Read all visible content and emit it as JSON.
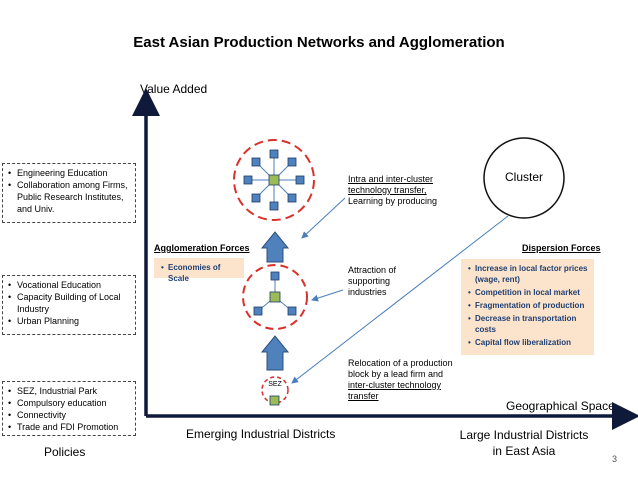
{
  "title": "East Asian Production Networks and Agglomeration",
  "y_axis_label": "Value Added",
  "x_axis_label": "Geographical Space",
  "policies_label": "Policies",
  "policy_boxes": [
    [
      "Engineering Education",
      "Collaboration among Firms, Public Research Institutes, and Univ."
    ],
    [
      "Vocational Education",
      "Capacity Building of Local Industry",
      "Urban Planning"
    ],
    [
      "SEZ, Industrial Park",
      "Compulsory education",
      "Connectivity",
      "Trade and FDI Promotion"
    ]
  ],
  "agglomeration": {
    "heading": "Agglomeration Forces",
    "items": [
      "Economies of Scale"
    ]
  },
  "dispersion": {
    "heading": "Dispersion Forces",
    "items": [
      "Increase in local factor prices (wage, rent)",
      "Competition in local market",
      "Fragmentation of production",
      "Decrease in transportation costs",
      "Capital flow liberalization"
    ]
  },
  "notes": {
    "intra_line1": "Intra and inter-cluster",
    "intra_line2": "technology transfer,",
    "intra_line3": "Learning by producing",
    "attraction": "Attraction of supporting industries",
    "relocation_line1": "Relocation of a production",
    "relocation_line2": "block by a lead firm and",
    "relocation_line3": "inter-cluster technology",
    "relocation_line4": "transfer"
  },
  "cluster_label": "Cluster",
  "sez_label": "SEZ",
  "emerging_label": "Emerging Industrial Districts",
  "large_line1": "Large Industrial Districts",
  "large_line2": "in East Asia",
  "page_number": "3",
  "colors": {
    "axis": "#0f1a3a",
    "red_dashed": "#d9302a",
    "node_fill": "#4f81bd",
    "node_stroke": "#1f3b66",
    "center_fill": "#9bbb59",
    "up_arrow": "#4f81bd",
    "blue_line": "#4a7ebb",
    "orange_box": "#fbe3cc"
  }
}
